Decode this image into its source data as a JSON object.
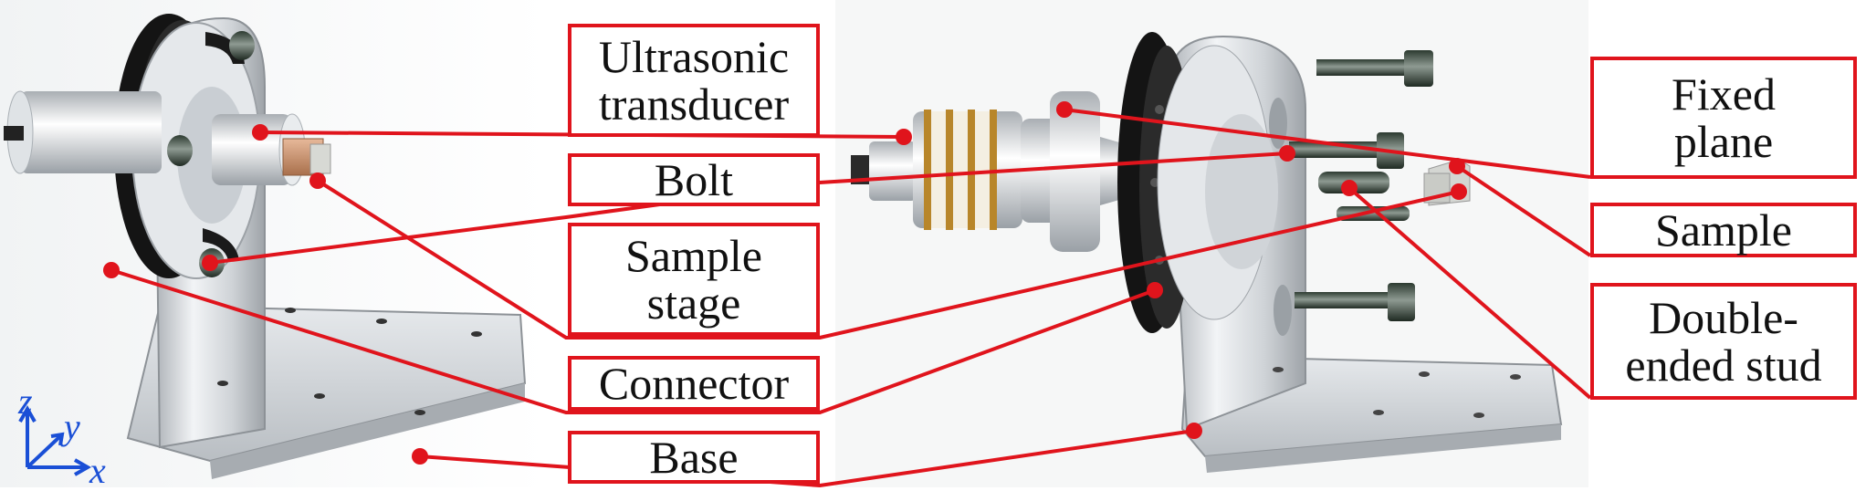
{
  "labels": {
    "ultrasonic": [
      "Ultrasonic",
      "transducer"
    ],
    "bolt": "Bolt",
    "sample_stage": [
      "Sample",
      "stage"
    ],
    "connector": "Connector",
    "base": "Base",
    "fixed_plane": [
      "Fixed",
      "plane"
    ],
    "sample": "Sample",
    "stud": [
      "Double-",
      "ended stud"
    ]
  },
  "axes": {
    "z": "z",
    "y": "y",
    "x": "x"
  },
  "colors": {
    "leader": "#e0141c",
    "axis": "#1a4fd6",
    "metal": "#d9dde1",
    "dark": "#1a1a1a",
    "copper": "#c8906a"
  }
}
